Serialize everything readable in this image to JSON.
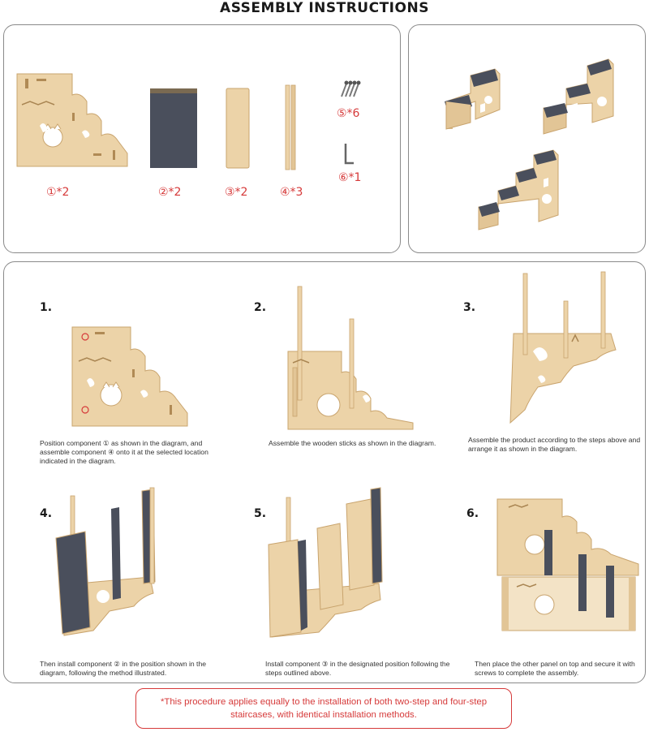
{
  "title": "ASSEMBLY INSTRUCTIONS",
  "parts": [
    {
      "label": "①*2",
      "icon": "side-panel"
    },
    {
      "label": "②*2",
      "icon": "carpet-tread"
    },
    {
      "label": "③*2",
      "icon": "wood-board"
    },
    {
      "label": "④*3",
      "icon": "wooden-stick"
    },
    {
      "label": "⑤*6",
      "icon": "screws"
    },
    {
      "label": "⑥*1",
      "icon": "allen-key"
    }
  ],
  "steps": [
    {
      "number": "1.",
      "text": "Position component ① as shown in the diagram, and assemble component ④ onto it at the selected location indicated in the diagram."
    },
    {
      "number": "2.",
      "text": "Assemble the wooden sticks as shown in the diagram."
    },
    {
      "number": "3.",
      "text": "Assemble the product according to the steps above and arrange it as shown in the diagram."
    },
    {
      "number": "4.",
      "text": "Then install component ② in the position shown in the diagram, following the method illustrated."
    },
    {
      "number": "5.",
      "text": "Install component ③ in the designated position following the steps outlined above."
    },
    {
      "number": "6.",
      "text": "Then place the other panel on top and secure it with screws to complete the assembly."
    }
  ],
  "note": "*This procedure applies equally to the installation of both two-step and four-step staircases, with identical installation methods.",
  "colors": {
    "accent": "#d63a3a",
    "wood": "#ecd3a8",
    "wood_dark": "#c9a46e",
    "carpet": "#4a4f5c",
    "border": "#8a8a8a"
  }
}
